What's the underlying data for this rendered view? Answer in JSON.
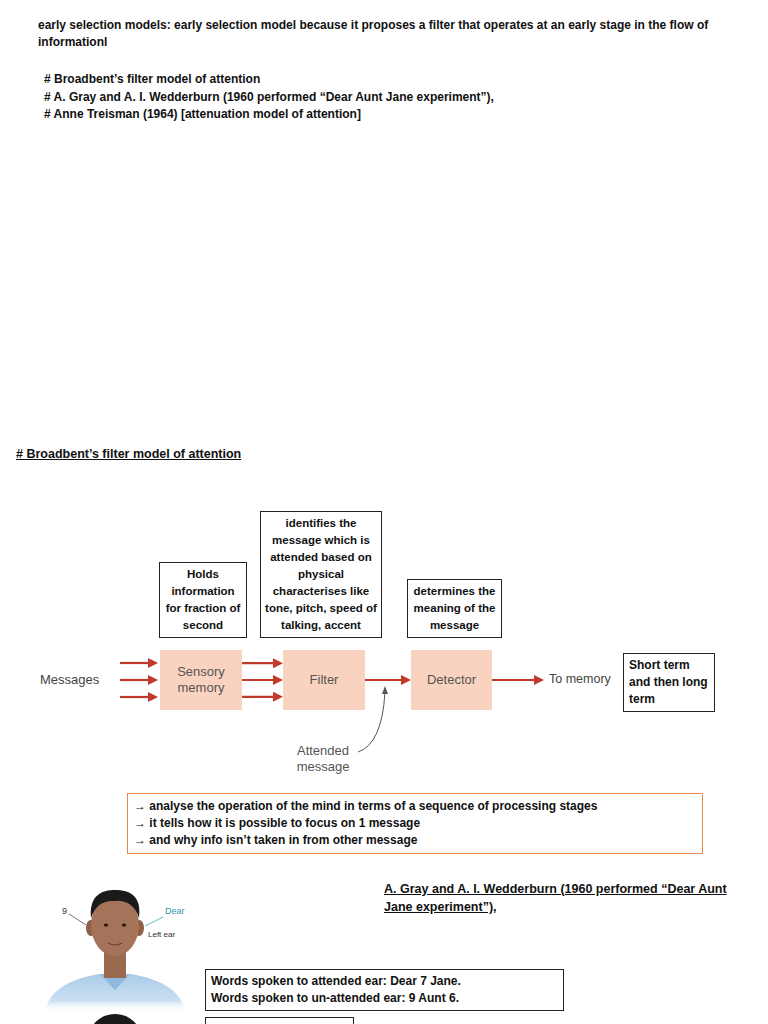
{
  "diagram": {
    "nodes": [
      {
        "text": [
          "identifies the message which is attended based on physical characterises like tone, pitch, speed of talking, accent"
        ]
      },
      {
        "text": [
          "Holds information for fraction of second"
        ]
      },
      {
        "text": [
          "determines the meaning of the message"
        ]
      },
      {
        "text": [
          "Sensory memory"
        ]
      },
      {
        "text": [
          "Filter"
        ]
      },
      {
        "text": [
          "Detector"
        ]
      },
      {
        "text": [
          "Short term and then long term"
        ]
      },
      {
        "text": [
          "→ analyse the operation of the mind in terms of a sequence of processing stages",
          "→ it tells how it is possible to focus on 1 message",
          "→ and why info isn’t taken in from other message"
        ]
      },
      {
        "text": [
          "Words spoken to attended ear: Dear 7 Jane.",
          "Words spoken to un-attended ear: 9 Aunt 6."
        ]
      }
    ],
    "edges": [
      {
        "from": 3,
        "to": 4,
        "arrow": "to"
      },
      {
        "from": 3,
        "to": 4,
        "arrow": "to"
      },
      {
        "from": 3,
        "to": 4,
        "arrow": "to"
      },
      {
        "from": 4,
        "to": 5,
        "arrow": "to"
      }
    ],
    "labels": [
      "early selection models: early selection model because it proposes a filter that operates at an early stage in the flow of informationl",
      "# Broadbent’s filter model of attention",
      "# A. Gray and A. I. Wedderburn (1960 performed “Dear Aunt Jane experiment”),",
      "# Anne Treisman (1964) [attenuation model of attention]",
      "# Broadbent’s filter model of attention",
      "Messages",
      "To memory",
      "Attended message",
      "A. Gray and A. I. Wedderburn (1960 performed “Dear Aunt Jane experiment”),",
      "9",
      "Dear",
      "Left ear"
    ]
  }
}
